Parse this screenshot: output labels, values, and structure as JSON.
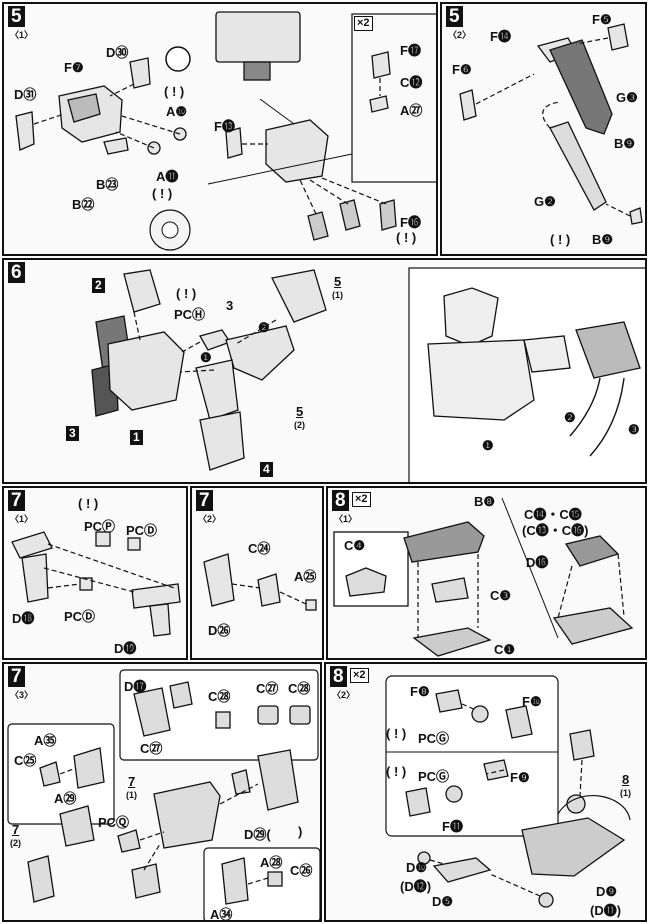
{
  "steps": {
    "s5a": {
      "num": "5",
      "sub": "〈1〉"
    },
    "s5b": {
      "num": "5",
      "sub": "〈2〉"
    },
    "s6": {
      "num": "6"
    },
    "s7a": {
      "num": "7",
      "sub": "〈1〉"
    },
    "s7b": {
      "num": "7",
      "sub": "〈2〉"
    },
    "s7c": {
      "num": "7",
      "sub": "〈3〉"
    },
    "s8a": {
      "num": "8",
      "sub": "〈1〉",
      "mult": "×2"
    },
    "s8b": {
      "num": "8",
      "sub": "〈2〉",
      "mult": "×2"
    }
  },
  "panel5a": {
    "labels": [
      "D㉚",
      "F❼",
      "D㉛",
      "A❿",
      "A⓫",
      "B㉓",
      "B㉒",
      "F⓭",
      "F⓰",
      "F⓱",
      "C⓬",
      "A㉗"
    ],
    "mult": "×2",
    "caution": "( ! )"
  },
  "panel5b": {
    "labels": [
      "F❺",
      "F⓮",
      "F❻",
      "G❸",
      "B❾",
      "G❷",
      "B❾"
    ],
    "caution": "( ! )"
  },
  "panel6": {
    "labels": [
      "2",
      "PCⒽ",
      "3",
      "1",
      "4",
      "5",
      "5",
      "(1)",
      "(2)",
      "❶",
      "❷",
      "❸"
    ],
    "caution": "( ! )"
  },
  "panel7a": {
    "labels": [
      "PCⓅ",
      "PCⒹ",
      "PCⒹ",
      "D⓲",
      "D⓳"
    ],
    "caution": "( ! )"
  },
  "panel7b": {
    "labels": [
      "C㉔",
      "A㉕",
      "D㉖"
    ]
  },
  "panel8a": {
    "labels": [
      "B❽",
      "C❹",
      "C❸",
      "C❶",
      "C⓮・C⓯",
      "(C⓭・C⓰)",
      "D⓰"
    ]
  },
  "panel7c": {
    "labels": [
      "D⓱",
      "C㉘",
      "C㉗",
      "C㉘",
      "C㉗",
      "A㉟",
      "C㉕",
      "A㉙",
      "PCⓆ",
      "D㉙(",
      ")",
      "A㉘",
      "C㉖",
      "A㉞",
      "7",
      "(1)",
      "7",
      "(2)"
    ]
  },
  "panel8b": {
    "labels": [
      "F❽",
      "F❿",
      "PCⒼ",
      "PCⒼ",
      "F❾",
      "F⓫",
      "D❿",
      "(D⓬)",
      "D❺",
      "D❾",
      "(D⓫)",
      "8",
      "(1)"
    ],
    "caution": "( ! )"
  }
}
